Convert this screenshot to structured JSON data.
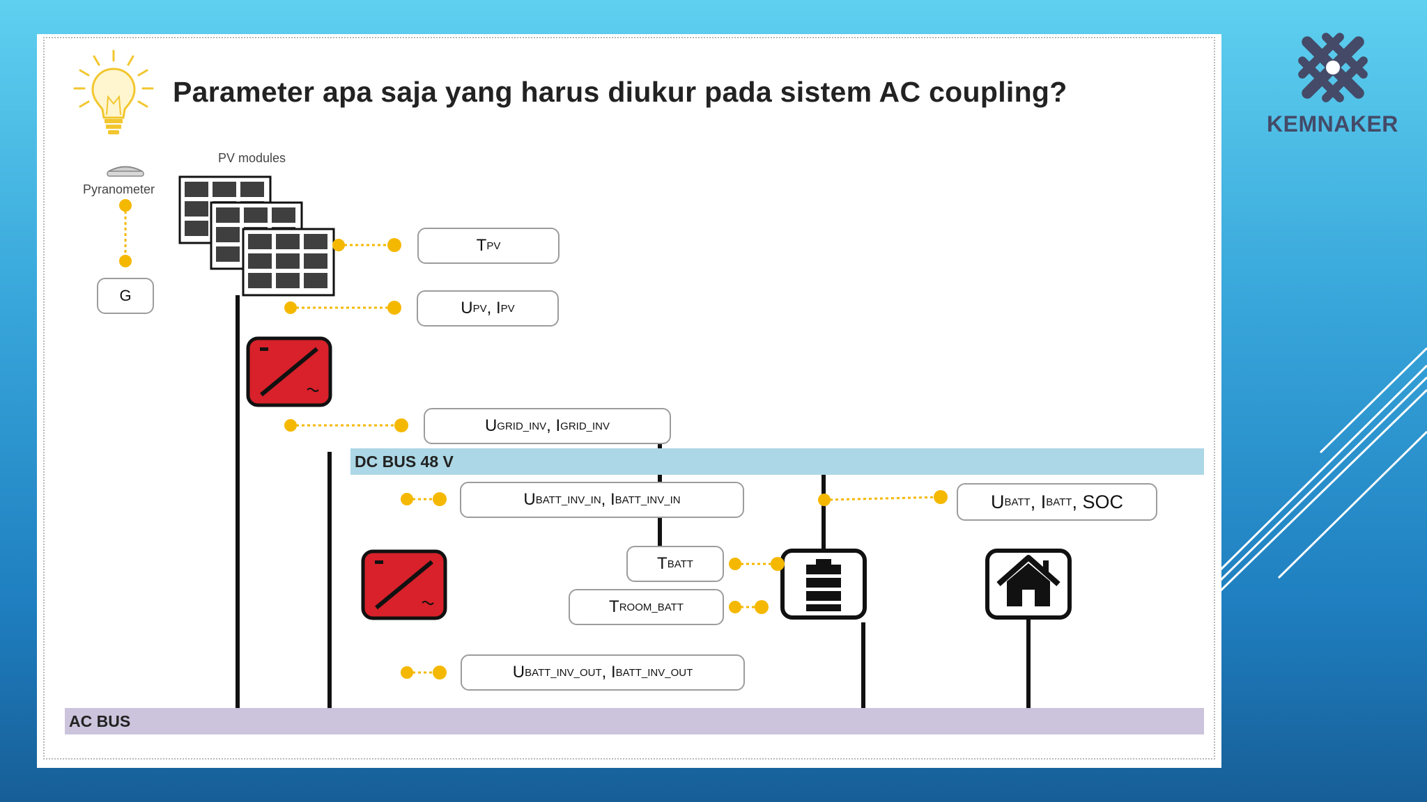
{
  "slide": {
    "title": "Parameter apa saja yang harus diukur pada sistem AC coupling?"
  },
  "logo": {
    "text": "KEMNAKER",
    "color": "#444a67"
  },
  "diagram": {
    "labels": {
      "pv_modules": "PV modules",
      "pyranometer": "Pyranometer",
      "g": "G",
      "dc_bus": "DC BUS 48 V",
      "ac_bus": "AC BUS"
    },
    "params": {
      "t_pv": {
        "main": "T",
        "sub": "PV"
      },
      "u_pv": {
        "main1": "U",
        "sub1": "PV",
        "sep": ", ",
        "main2": "I",
        "sub2": "PV"
      },
      "u_grid_inv": {
        "main1": "U",
        "sub1": "GRID_INV",
        "sep": ", ",
        "main2": "I",
        "sub2": "GRID_INV"
      },
      "u_batt_inv_in": {
        "main1": "U",
        "sub1": "BATT_INV_IN",
        "sep": ", ",
        "main2": "I",
        "sub2": "BATT_INV_IN"
      },
      "u_batt_soc": {
        "main1": "U",
        "sub1": "BATT",
        "sep": ", ",
        "main2": "I",
        "sub2": "BATT",
        "tail": ", SOC"
      },
      "t_batt": {
        "main": "T",
        "sub": "BATT"
      },
      "t_room_batt": {
        "main": "T",
        "sub": "ROOM_BATT"
      },
      "u_batt_inv_out": {
        "main1": "U",
        "sub1": "BATT_INV_OUT",
        "sep": ", ",
        "main2": "I",
        "sub2": "BATT_INV_OUT"
      }
    },
    "colors": {
      "sensor_dot": "#f5b800",
      "inverter_red": "#d8212a",
      "dc_bus": "#acd7e6",
      "ac_bus": "#ccc3dc"
    },
    "icons": [
      "bulb-icon",
      "pyranometer-icon",
      "pv-panel-icon",
      "inverter-icon",
      "battery-icon",
      "house-icon"
    ]
  }
}
